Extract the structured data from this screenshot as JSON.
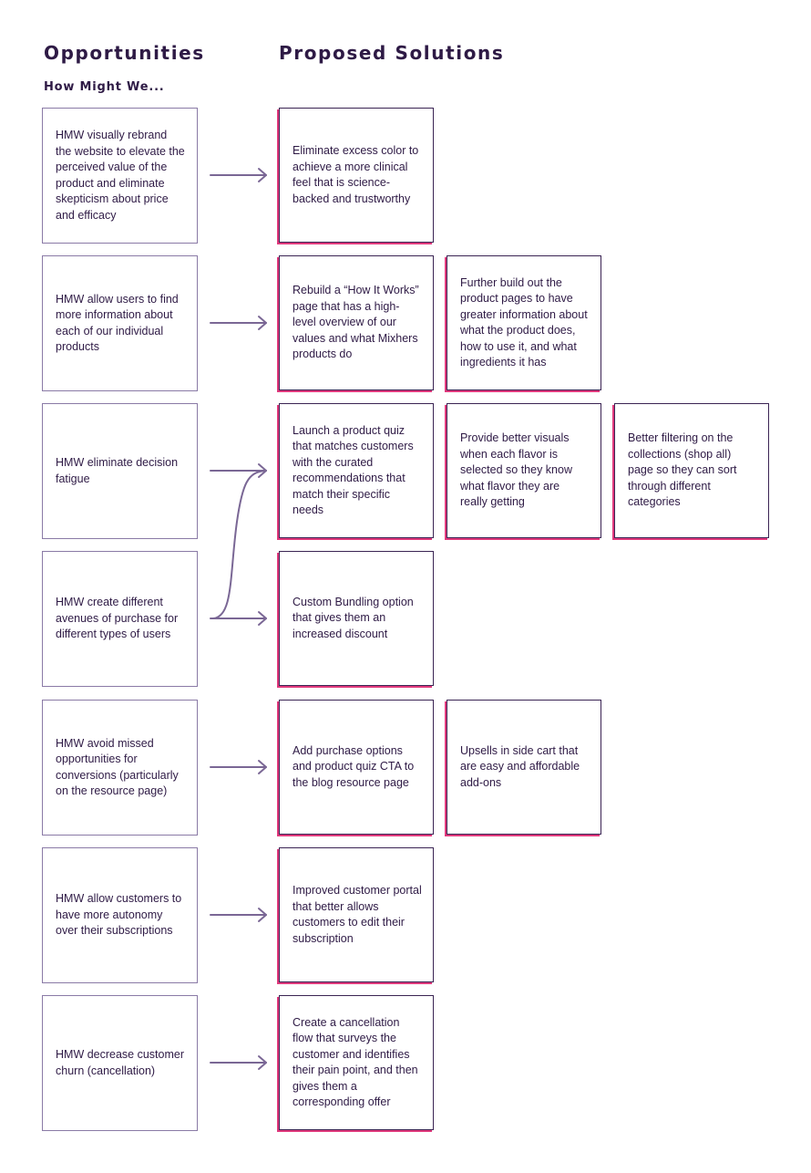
{
  "headings": {
    "opportunities": "Opportunities",
    "solutions": "Proposed Solutions",
    "how_might_we": "How Might We..."
  },
  "rows": [
    {
      "opportunity": "HMW visually rebrand the website to elevate the perceived value of the product and eliminate skepticism about price and efficacy",
      "solutions": [
        "Eliminate excess color to achieve a more clinical feel that is science-backed and trustworthy"
      ]
    },
    {
      "opportunity": "HMW allow users to find more information about each of our individual products",
      "solutions": [
        "Rebuild a “How It Works” page that has a high-level overview of our values and what Mixhers products do",
        "Further build out the product pages to have greater information about what the product does, how to use it, and what ingredients it has"
      ]
    },
    {
      "opportunity": "HMW eliminate decision fatigue",
      "solutions": [
        "Launch a product quiz that matches customers with the curated recommendations that match their specific needs",
        "Provide better visuals when each flavor is selected so they know what flavor they are really getting",
        "Better filtering on the collections (shop all) page so they can sort through different categories"
      ]
    },
    {
      "opportunity": "HMW create different avenues of purchase for different types of users",
      "solutions": [
        "Custom Bundling option that gives them an increased discount"
      ]
    },
    {
      "opportunity": "HMW avoid missed opportunities for conversions (particularly on the resource page)",
      "solutions": [
        "Add purchase options and product quiz CTA to the blog resource page",
        "Upsells in side cart that are easy and affordable add-ons"
      ]
    },
    {
      "opportunity": "HMW allow customers to have more autonomy over their subscriptions",
      "solutions": [
        "Improved customer portal that better allows customers to edit their subscription"
      ]
    },
    {
      "opportunity": "HMW decrease customer churn (cancellation)",
      "solutions": [
        "Create a cancellation flow that surveys the customer and identifies their pain point, and then gives them a corresponding offer"
      ]
    }
  ],
  "colors": {
    "text": "#2e1a45",
    "opportunity_border": "#8a7aa6",
    "solution_border": "#3a2453",
    "solution_shadow": "#e0397c",
    "arrow": "#7a6795"
  }
}
